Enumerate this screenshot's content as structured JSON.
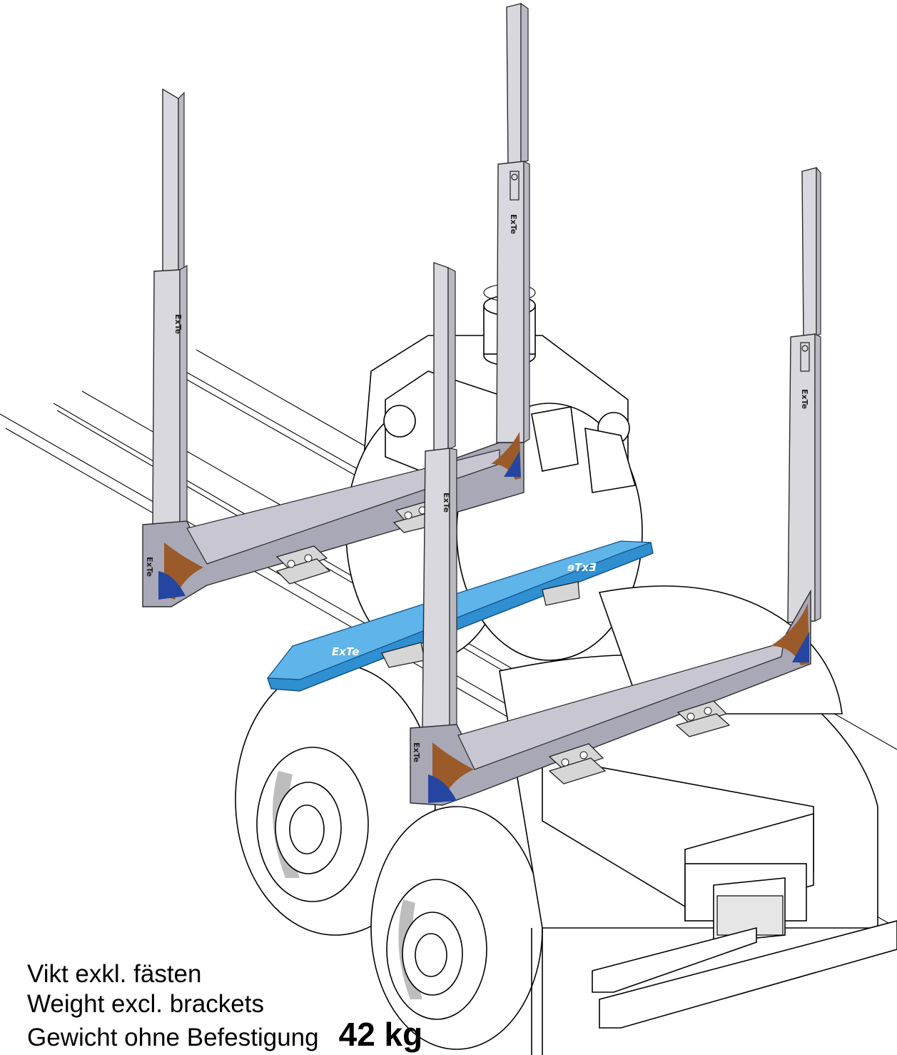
{
  "brand": {
    "name": "ExTe",
    "name_mirrored": "ɘTxƎ"
  },
  "caption": {
    "line1": "Vikt exkl. fästen",
    "line2": "Weight excl. brackets",
    "line3": "Gewicht ohne Befestigung",
    "weight": "42 kg"
  },
  "colors": {
    "stake": "#d8d8de",
    "beam": "#a9a8b6",
    "bolster": "#2f8fd0",
    "logo_brown": "#9b5a2a",
    "logo_blue": "#2446a0"
  },
  "icons": [
    "exte-logo-icon",
    "wheel-icon",
    "stake-clip-icon"
  ]
}
